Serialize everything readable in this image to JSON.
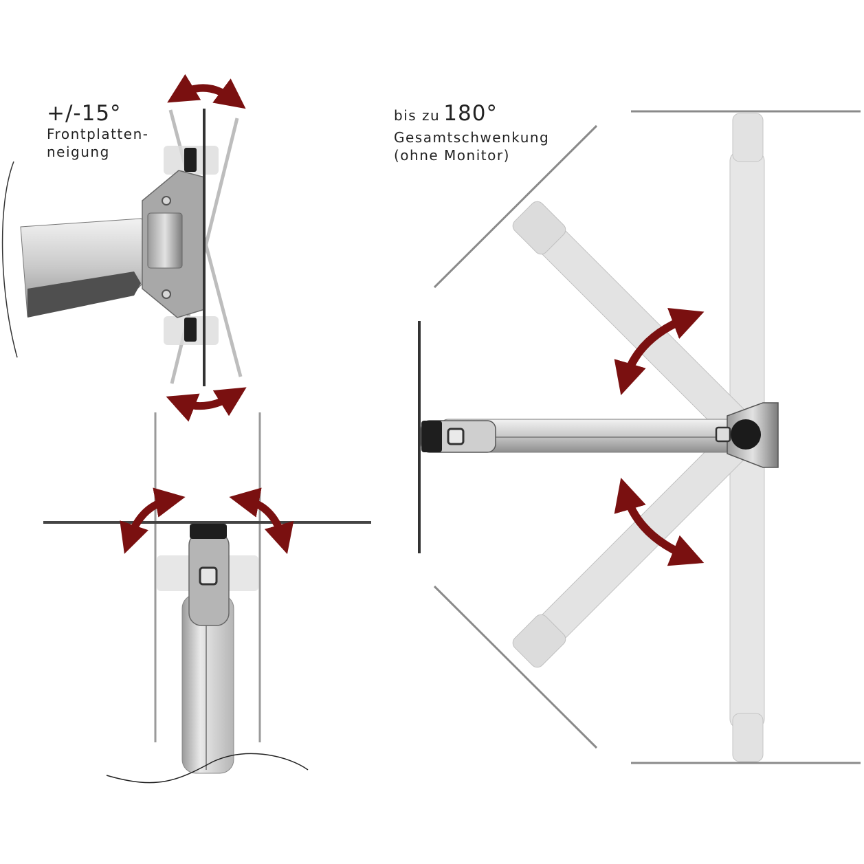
{
  "tilt": {
    "angle_text": "+/-15°",
    "line1": "Frontplatten-",
    "line2": "neigung"
  },
  "swivel": {
    "prefix": "bis zu",
    "angle_text": "180°",
    "line1": "Gesamtschwenkung",
    "line2": "(ohne Monitor)"
  },
  "colors": {
    "arrow": "#7a1010",
    "metal_light": "#d8d8d8",
    "metal_mid": "#a9a9a9",
    "metal_dark": "#5e5e5e",
    "line": "#8a8a8a",
    "plate": "#333333"
  }
}
